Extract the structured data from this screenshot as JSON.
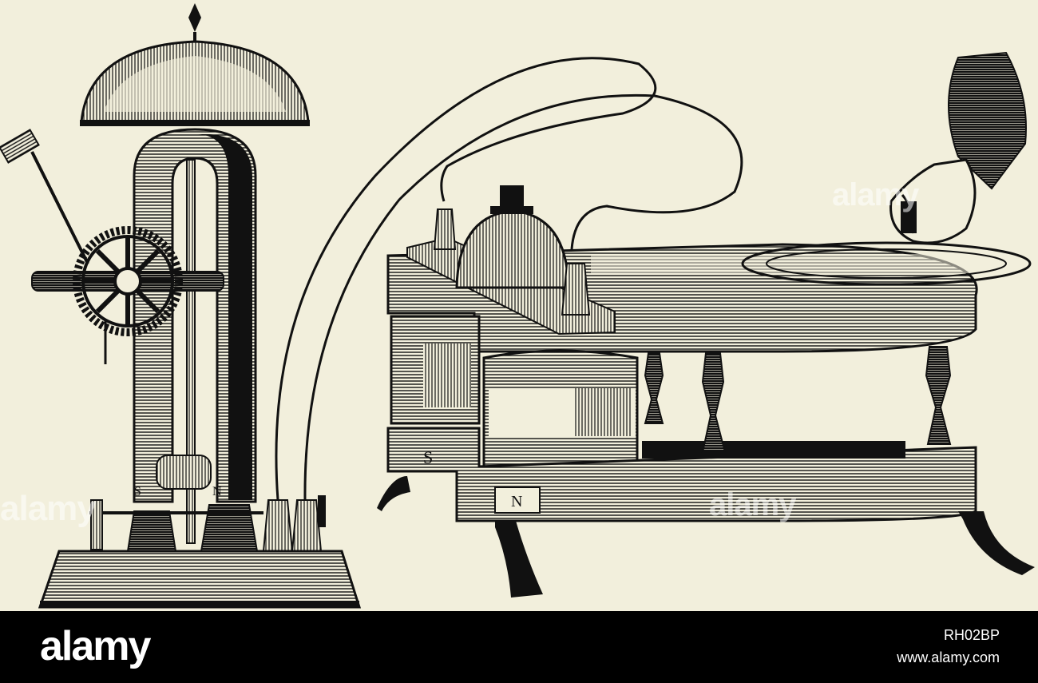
{
  "illustration": {
    "left_machine": {
      "pole_labels": [
        "S",
        "N"
      ]
    },
    "right_machine": {
      "pole_labels": [
        "S",
        "N"
      ]
    }
  },
  "watermarks": [
    "alamy",
    "alamy",
    "alamy"
  ],
  "footer": {
    "brand": "alamy",
    "image_id": "RH02BP",
    "site": "www.alamy.com"
  },
  "colors": {
    "paper": "#f2efdc",
    "ink": "#111111",
    "footer_bg": "#000000",
    "footer_text": "#ffffff"
  }
}
